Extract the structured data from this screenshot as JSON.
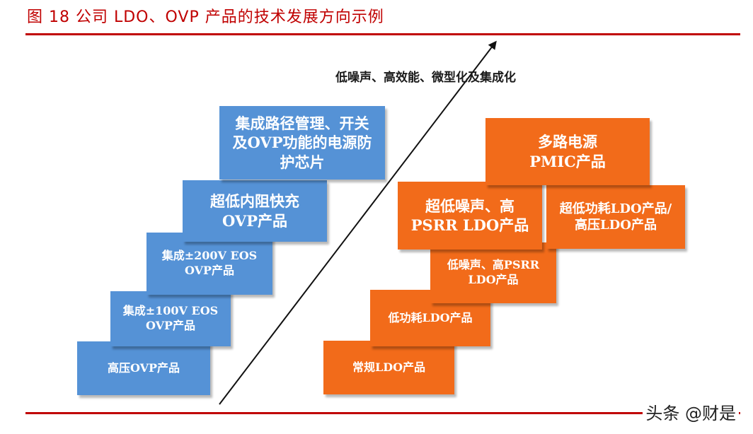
{
  "header": {
    "title": "图 18 公司 LDO、OVP 产品的技术发展方向示例"
  },
  "arrow": {
    "label": "低噪声、高效能、微型化及集成化"
  },
  "ovp_products": [
    "高压OVP产品",
    "集成±100V EOS\nOVP产品",
    "集成±200V EOS\nOVP产品",
    "超低内阻快充\nOVP产品",
    "集成路径管理、开关\n及OVP功能的电源防\n护芯片"
  ],
  "ldo_products": [
    "常规LDO产品",
    "低功耗LDO产品",
    "低噪声、高PSRR\nLDO产品",
    "超低噪声、高\nPSRR LDO产品",
    "超低功耗LDO产品/\n高压LDO产品",
    "多路电源\nPMIC产品"
  ],
  "watermark": "头条 @财是",
  "colors": {
    "title": "#c00000",
    "rule": "#c00000",
    "ovp_box": "#5592d6",
    "ldo_box": "#f26b1a"
  }
}
